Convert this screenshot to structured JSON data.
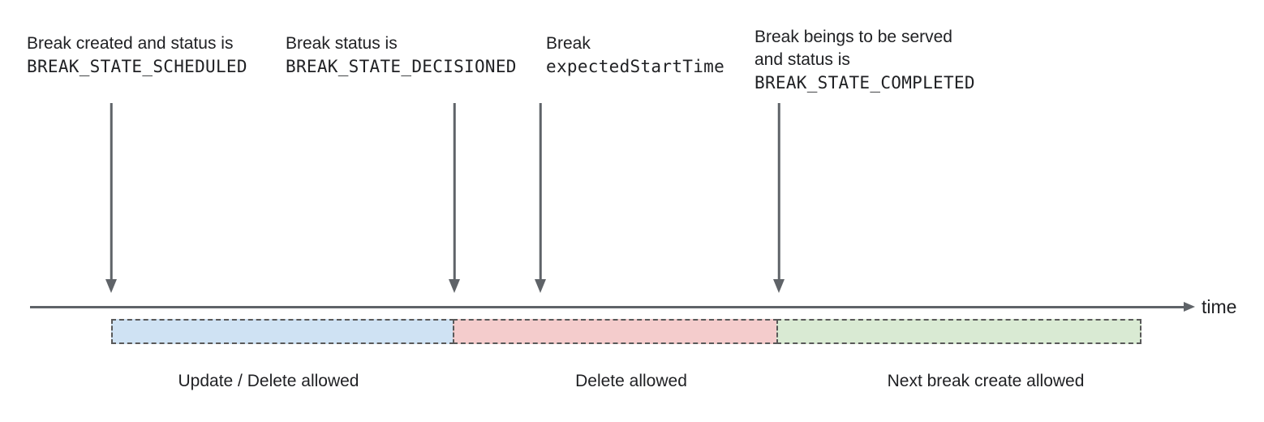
{
  "annotations": [
    {
      "line1": "Break created and status is",
      "code": "BREAK_STATE_SCHEDULED"
    },
    {
      "line1": "Break status is",
      "code": "BREAK_STATE_DECISIONED"
    },
    {
      "line1": "Break",
      "code": "expectedStartTime"
    },
    {
      "line1": "Break beings to be served",
      "line2": "and status is",
      "code": "BREAK_STATE_COMPLETED"
    }
  ],
  "timeline": {
    "axis_label": "time"
  },
  "segments": [
    {
      "label": "Update / Delete allowed",
      "color": "#cfe2f3"
    },
    {
      "label": "Delete allowed",
      "color": "#f4cccc"
    },
    {
      "label": "Next break create allowed",
      "color": "#d9ead3"
    }
  ],
  "colors": {
    "arrow_and_axis": "#5f6368",
    "dashed_border": "#595959",
    "text": "#202124"
  }
}
